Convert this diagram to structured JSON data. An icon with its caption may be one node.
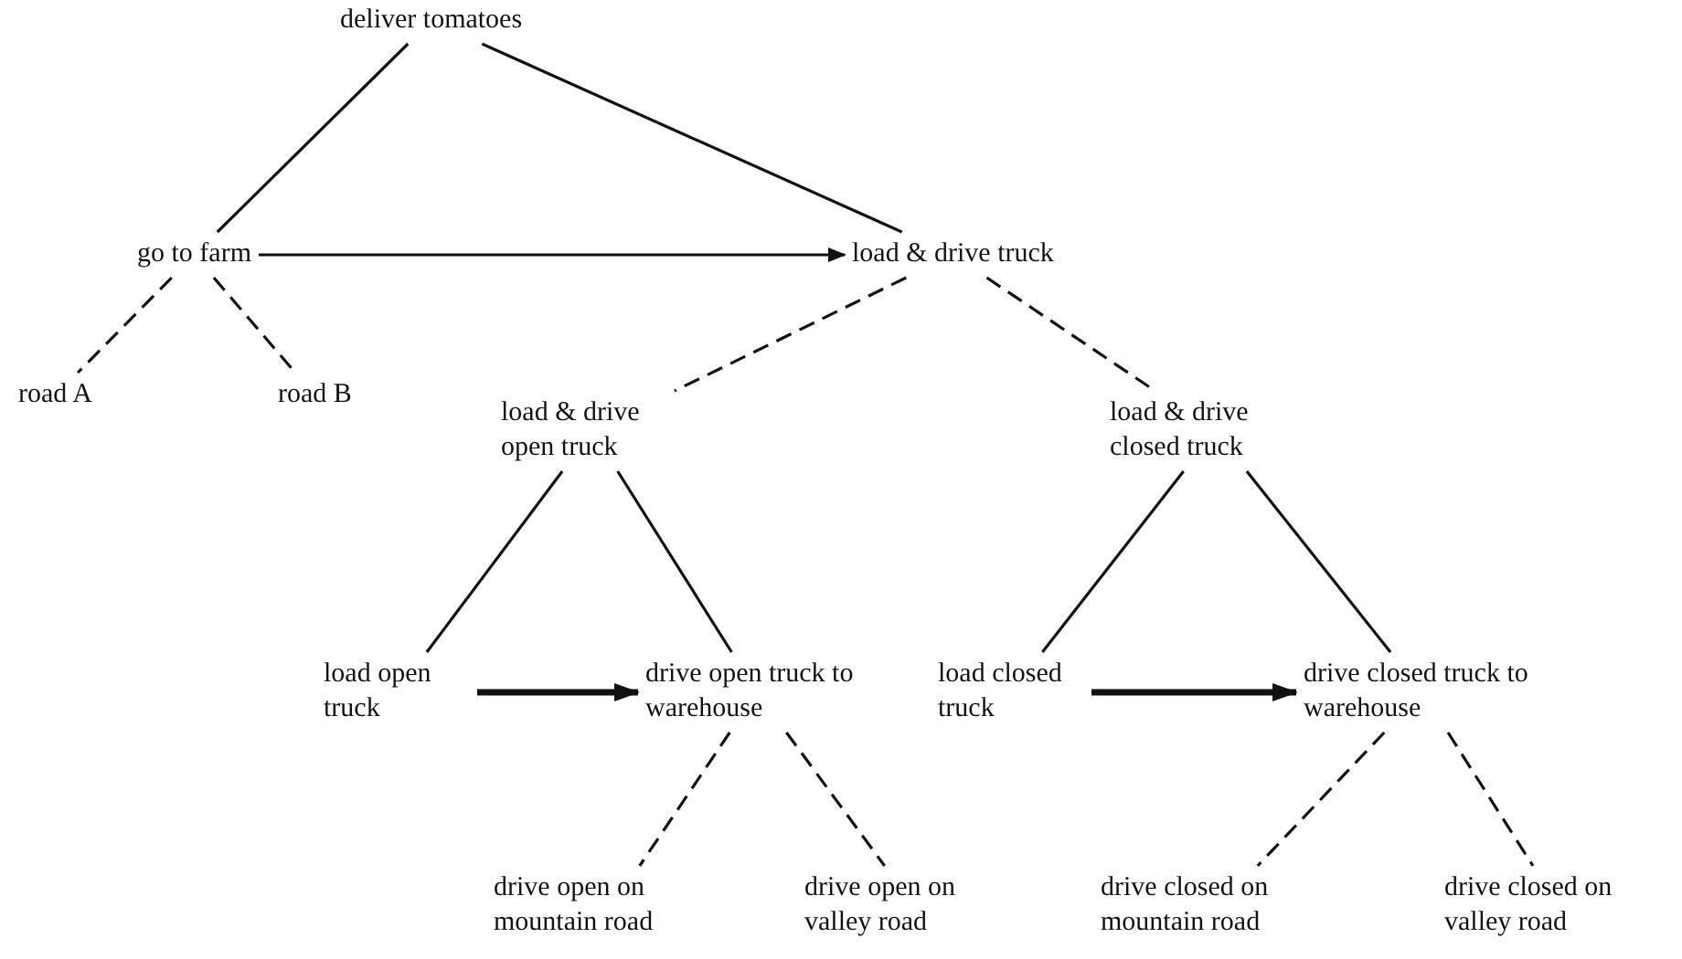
{
  "diagram": {
    "nodes": [
      {
        "text": [
          "deliver tomatoes"
        ]
      },
      {
        "text": [
          "go to farm"
        ]
      },
      {
        "text": [
          "load & drive truck"
        ]
      },
      {
        "text": [
          "road A"
        ]
      },
      {
        "text": [
          "road B"
        ]
      },
      {
        "text": [
          "load & drive open truck"
        ]
      },
      {
        "text": [
          "load & drive closed truck"
        ]
      },
      {
        "text": [
          "load open truck"
        ]
      },
      {
        "text": [
          "drive open truck to warehouse"
        ]
      },
      {
        "text": [
          "load closed truck"
        ]
      },
      {
        "text": [
          "drive closed truck to warehouse"
        ]
      },
      {
        "text": [
          "drive open on mountain road"
        ]
      },
      {
        "text": [
          "drive open on valley road"
        ]
      },
      {
        "text": [
          "drive closed on mountain road"
        ]
      },
      {
        "text": [
          "drive closed on valley road"
        ]
      }
    ],
    "edges": [
      {
        "from": 0,
        "to": 1,
        "arrow": "none"
      },
      {
        "from": 0,
        "to": 2,
        "arrow": "none"
      },
      {
        "from": 1,
        "to": 2,
        "arrow": "to"
      },
      {
        "from": 1,
        "to": 3,
        "arrow": "none",
        "style": "dashed"
      },
      {
        "from": 1,
        "to": 4,
        "arrow": "none",
        "style": "dashed"
      },
      {
        "from": 2,
        "to": 5,
        "arrow": "none",
        "style": "dashed"
      },
      {
        "from": 2,
        "to": 6,
        "arrow": "none",
        "style": "dashed"
      },
      {
        "from": 5,
        "to": 7,
        "arrow": "none"
      },
      {
        "from": 5,
        "to": 8,
        "arrow": "none"
      },
      {
        "from": 6,
        "to": 9,
        "arrow": "none"
      },
      {
        "from": 6,
        "to": 10,
        "arrow": "none"
      },
      {
        "from": 7,
        "to": 8,
        "arrow": "to",
        "style": "thick"
      },
      {
        "from": 9,
        "to": 10,
        "arrow": "to",
        "style": "thick"
      },
      {
        "from": 8,
        "to": 11,
        "arrow": "none",
        "style": "dashed"
      },
      {
        "from": 8,
        "to": 12,
        "arrow": "none",
        "style": "dashed"
      },
      {
        "from": 10,
        "to": 13,
        "arrow": "none",
        "style": "dashed"
      },
      {
        "from": 10,
        "to": 14,
        "arrow": "none",
        "style": "dashed"
      }
    ]
  }
}
